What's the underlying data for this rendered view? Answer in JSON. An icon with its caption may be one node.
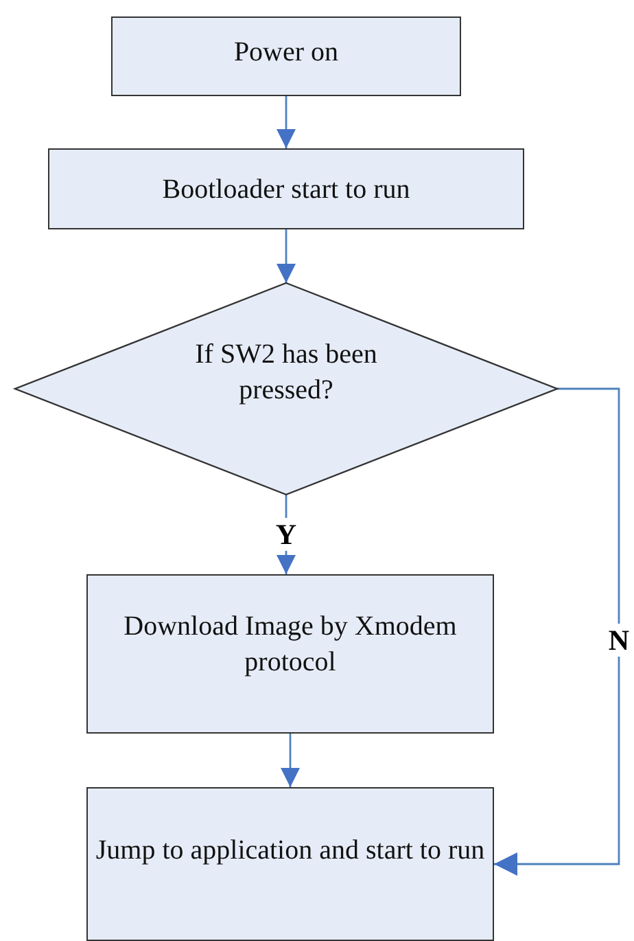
{
  "diagram": {
    "nodes": [
      {
        "text": [
          "Power on"
        ]
      },
      {
        "text": [
          "Bootloader start to run"
        ]
      },
      {
        "text": [
          "If SW2 has been pressed?"
        ]
      },
      {
        "text": [
          "Download Image by Xmodem protocol"
        ]
      },
      {
        "text": [
          "Jump to application and start to run"
        ]
      }
    ],
    "edges": [
      {
        "from": 0,
        "to": 1,
        "arrow": "to"
      },
      {
        "from": 1,
        "to": 2,
        "arrow": "to"
      },
      {
        "from": 2,
        "to": 3,
        "arrow": "to",
        "label": "Y"
      },
      {
        "from": 3,
        "to": 4,
        "arrow": "to"
      },
      {
        "from": 2,
        "to": 4,
        "arrow": "to",
        "label": "N"
      }
    ]
  }
}
